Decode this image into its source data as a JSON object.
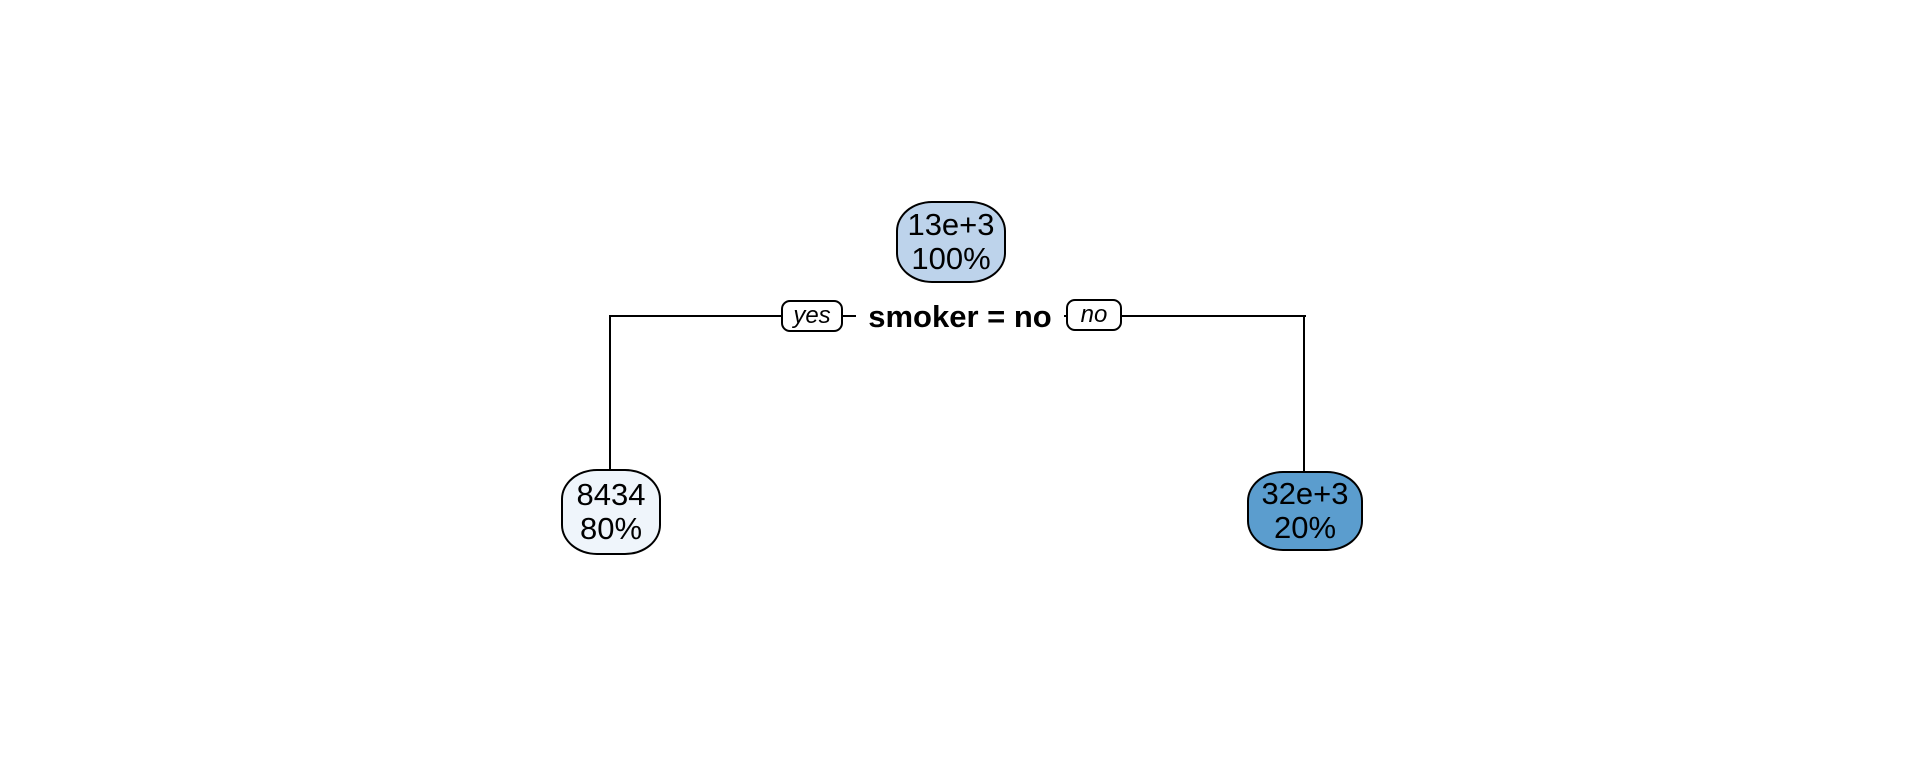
{
  "tree": {
    "type": "decision-tree",
    "split": {
      "label": "smoker = no",
      "left_branch_label": "yes",
      "right_branch_label": "no"
    },
    "root_node": {
      "value": "13e+3",
      "percent": "100%",
      "fill": "#BDD3EB"
    },
    "left_leaf": {
      "value": "8434",
      "percent": "80%",
      "fill": "#EFF5FB"
    },
    "right_leaf": {
      "value": "32e+3",
      "percent": "20%",
      "fill": "#5B9DCE"
    },
    "colors": {
      "node_border": "#000000",
      "branch_line": "#000000",
      "text": "#000000",
      "background": "#FFFFFF"
    }
  }
}
